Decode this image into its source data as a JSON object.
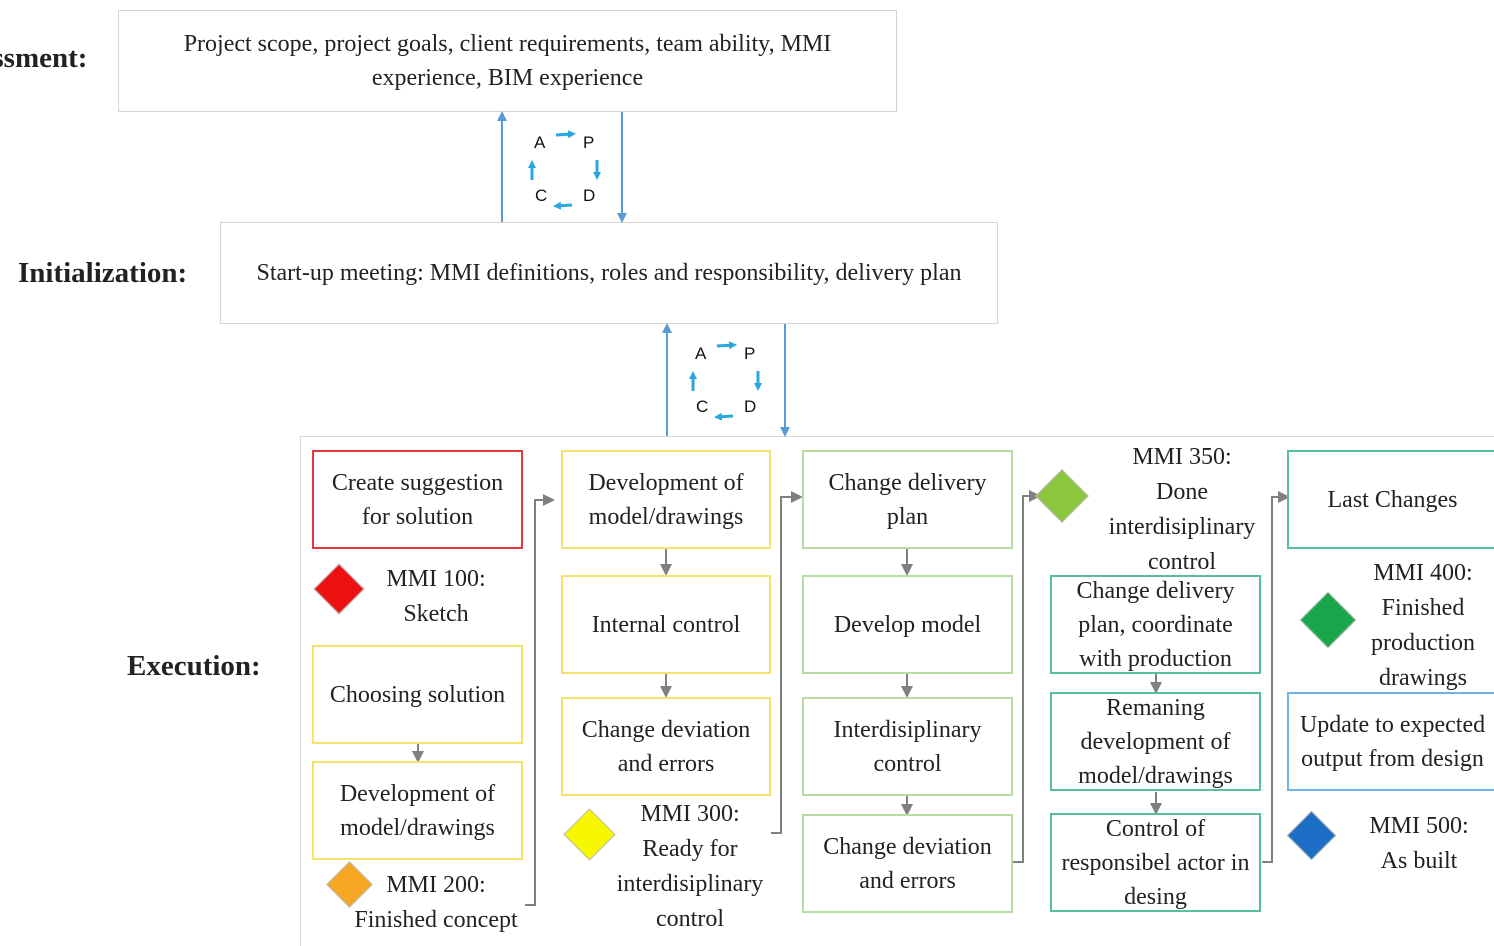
{
  "stages": {
    "assessment": "Assessment:",
    "initialization": "Initialization:",
    "execution": "Execution:"
  },
  "top_boxes": {
    "assessment": "Project scope, project goals, client requirements, team ability, MMI experience, BIM experience",
    "initialization": "Start-up meeting: MMI definitions, roles and responsibility, delivery plan"
  },
  "pdca": {
    "a": "A",
    "p": "P",
    "c": "C",
    "d": "D"
  },
  "columns": [
    {
      "items": [
        "Create suggestion for solution",
        "Choosing solution",
        "Development of model/drawings"
      ],
      "milestones": [
        {
          "label": "MMI 100:\nSketch",
          "color": "#ee1111"
        },
        {
          "label": "MMI 200:\nFinished concept",
          "color": "#f5a623"
        }
      ]
    },
    {
      "items": [
        "Development of model/drawings",
        "Internal control",
        "Change deviation and errors"
      ],
      "milestones": [
        {
          "label": "MMI 300:\nReady for interdisiplinary control",
          "color": "#f7f700"
        }
      ]
    },
    {
      "items": [
        "Change delivery plan",
        "Develop model",
        "Interdisiplinary control",
        "Change deviation and errors"
      ],
      "milestones": []
    },
    {
      "items": [
        "Change delivery plan, coordinate with production",
        "Remaning development of model/drawings",
        "Control of responsibel actor in desing"
      ],
      "milestones": [
        {
          "label": "MMI 350:\nDone interdisiplinary control",
          "color": "#8cc63f"
        }
      ]
    },
    {
      "items": [
        "Last Changes",
        "Update to expected output from design"
      ],
      "milestones": [
        {
          "label": "MMI 400:\nFinished production drawings",
          "color": "#1aa64a"
        },
        {
          "label": "MMI 500:\nAs built",
          "color": "#1c6fc4"
        }
      ]
    }
  ],
  "colors": {
    "red_border": "#e8373c",
    "yellow_border": "#f3e26b",
    "green_border": "#b9dca0",
    "teal_border": "#56bf9b",
    "blue_border": "#6fb4e8",
    "flow_arrow": "#808080",
    "cycle_arrow": "#5b9bd5",
    "pdca_arrow": "#29a8e0"
  }
}
